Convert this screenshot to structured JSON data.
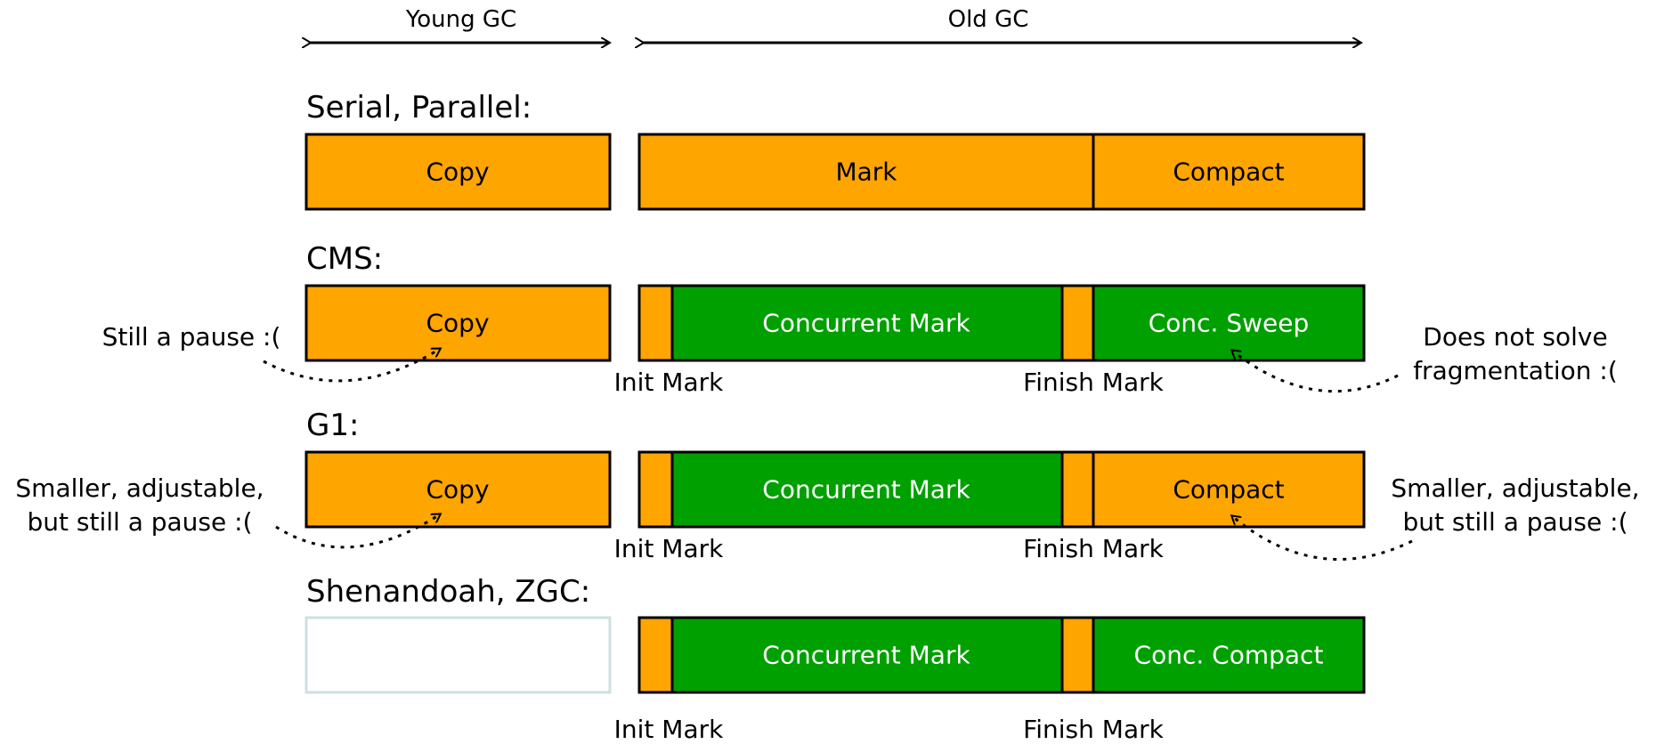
{
  "headers": {
    "young": "Young GC",
    "old": "Old GC"
  },
  "colors": {
    "pause": "#ffa500",
    "concurrent": "#00a000",
    "empty_border": "#cfdfdf"
  },
  "rows": [
    {
      "title": "Serial, Parallel:",
      "young": "Copy",
      "old_main": "Mark",
      "old_tail": "Compact"
    },
    {
      "title": "CMS:",
      "young": "Copy",
      "old_main": "Concurrent Mark",
      "old_tail": "Conc. Sweep",
      "init_label": "Init Mark",
      "finish_label": "Finish Mark",
      "note_left": [
        "Still a pause :("
      ],
      "note_right": [
        "Does not solve",
        "fragmentation :("
      ]
    },
    {
      "title": "G1:",
      "young": "Copy",
      "old_main": "Concurrent Mark",
      "old_tail": "Compact",
      "init_label": "Init Mark",
      "finish_label": "Finish Mark",
      "note_left": [
        "Smaller, adjustable,",
        "but still a pause :("
      ],
      "note_right": [
        "Smaller, adjustable,",
        "but still a pause :("
      ]
    },
    {
      "title": "Shenandoah, ZGC:",
      "young": "",
      "old_main": "Concurrent Mark",
      "old_tail": "Conc. Compact",
      "init_label": "Init Mark",
      "finish_label": "Finish Mark"
    }
  ]
}
